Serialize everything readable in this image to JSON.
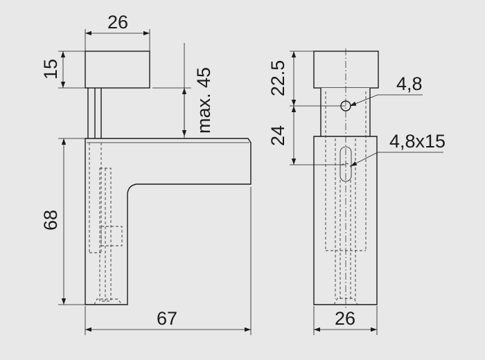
{
  "dimensions": {
    "side_top_width": "26",
    "side_cap_height": "15",
    "side_max_gap": "max. 45",
    "side_height": "68",
    "side_depth": "67",
    "front_cap_height": "22.5",
    "front_hole_offset": "24",
    "front_hole_diameter": "4,8",
    "front_slot_size": "4,8x15",
    "front_width": "26"
  },
  "colors": {
    "background": "#e8e8e8",
    "line": "#1a1a1a"
  }
}
